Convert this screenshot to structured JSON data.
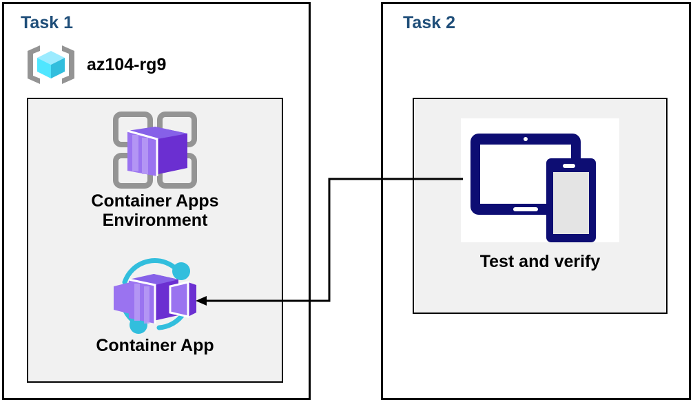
{
  "diagram": {
    "title_color": "#1F4E79",
    "panel_bg": "#f1f1f1",
    "border_color": "#000000",
    "connector_color": "#000000"
  },
  "task1": {
    "title": "Task 1",
    "resource_group": {
      "icon": "azure-resource-group-icon",
      "label": "az104-rg9",
      "bracket_color": "#949494",
      "cube_color": "#32CDE8"
    },
    "nodes": [
      {
        "icon": "container-apps-environment-icon",
        "label": "Container Apps\nEnvironment",
        "accent": "#8661E8",
        "frame_color": "#949494"
      },
      {
        "icon": "container-app-icon",
        "label": "Container App",
        "accent": "#8661E8",
        "ring_color": "#32BEDD"
      }
    ]
  },
  "task2": {
    "title": "Task 2",
    "nodes": [
      {
        "icon": "test-and-verify-devices-icon",
        "label": "Test and verify",
        "device_color": "#0D0D73",
        "screen_color": "#E4E4E4",
        "card_bg": "#ffffff"
      }
    ]
  },
  "connector": {
    "name": "test-to-container-app-arrow",
    "from": "test-and-verify-devices-icon",
    "to": "container-app-icon",
    "direction": "right-to-left",
    "arrowhead": "left"
  }
}
